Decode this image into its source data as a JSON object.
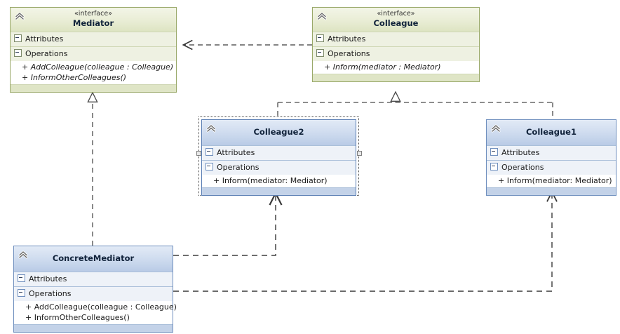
{
  "diagram": {
    "title": "Mediator Pattern UML Class Diagram",
    "colors": {
      "interface_border": "#9aa96a",
      "interface_header": "#e4e9d0",
      "class_border": "#6f8fbe",
      "class_header": "#c8d8ec",
      "connector": "#595959",
      "selection": "#4a4a4a"
    }
  },
  "nodes": {
    "mediator": {
      "stereotype": "«interface»",
      "name": "Mediator",
      "icon": "collapse-chevrons-icon",
      "attributes_label": "Attributes",
      "operations_label": "Operations",
      "operations": [
        "+ AddColleague(colleague : Colleague)",
        "+ InformOtherColleagues()"
      ]
    },
    "colleague": {
      "stereotype": "«interface»",
      "name": "Colleague",
      "icon": "collapse-chevrons-icon",
      "attributes_label": "Attributes",
      "operations_label": "Operations",
      "operations": [
        "+ Inform(mediator : Mediator)"
      ]
    },
    "colleague2": {
      "name": "Colleague2",
      "icon": "collapse-chevrons-icon",
      "selected": "true",
      "attributes_label": "Attributes",
      "operations_label": "Operations",
      "operations": [
        "+ Inform(mediator: Mediator)"
      ]
    },
    "colleague1": {
      "name": "Colleague1",
      "icon": "collapse-chevrons-icon",
      "attributes_label": "Attributes",
      "operations_label": "Operations",
      "operations": [
        "+ Inform(mediator: Mediator)"
      ]
    },
    "concrete_mediator": {
      "name": "ConcreteMediator",
      "icon": "collapse-chevrons-icon",
      "attributes_label": "Attributes",
      "operations_label": "Operations",
      "operations": [
        "+ AddColleague(colleague : Colleague)",
        "+ InformOtherColleagues()"
      ]
    }
  },
  "connectors": [
    {
      "id": "dep-colleague-to-mediator",
      "type": "dependency",
      "from": "Colleague",
      "to": "Mediator",
      "style": "dashed-open-arrow"
    },
    {
      "id": "real-colleague2-to-colleague",
      "type": "realization",
      "from": "Colleague2",
      "to": "Colleague",
      "style": "dashed-hollow-triangle"
    },
    {
      "id": "real-colleague1-to-colleague",
      "type": "realization",
      "from": "Colleague1",
      "to": "Colleague",
      "style": "dashed-hollow-triangle"
    },
    {
      "id": "real-concretemediator-to-mediator",
      "type": "realization",
      "from": "ConcreteMediator",
      "to": "Mediator",
      "style": "dashed-hollow-triangle"
    },
    {
      "id": "dep-concretemediator-to-colleague2",
      "type": "dependency",
      "from": "ConcreteMediator",
      "to": "Colleague2",
      "style": "dashed-open-arrow"
    },
    {
      "id": "dep-concretemediator-to-colleague1",
      "type": "dependency",
      "from": "ConcreteMediator",
      "to": "Colleague1",
      "style": "dashed-open-arrow"
    }
  ]
}
